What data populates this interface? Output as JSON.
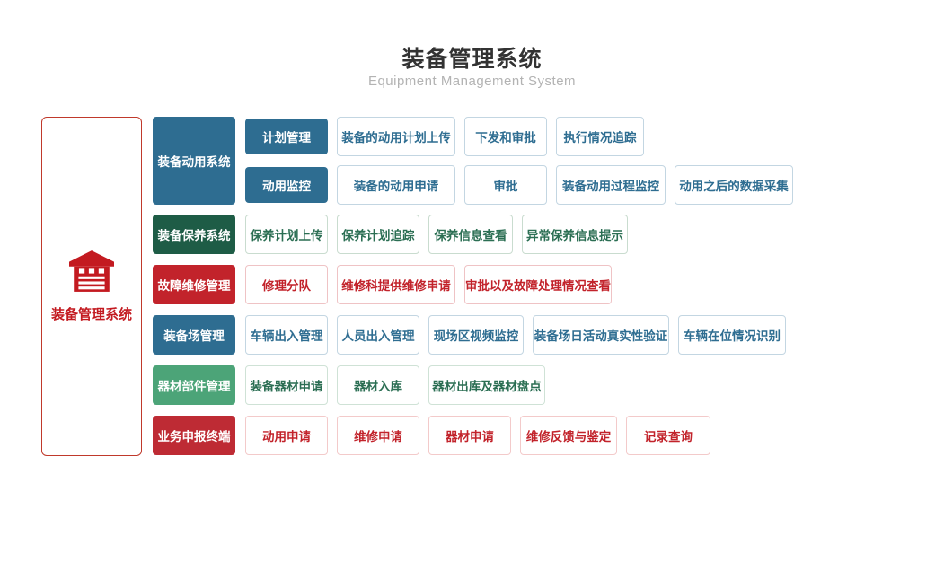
{
  "header": {
    "title": "装备管理系统",
    "subtitle": "Equipment Management System"
  },
  "root": {
    "label": "装备管理系统",
    "icon": "garage-icon"
  },
  "colors": {
    "blue": "#2e6d91",
    "dark_green": "#1e5c46",
    "red": "#c2232b",
    "green": "#4ca478",
    "dark_red": "#be2b34",
    "root_red": "#c31a20"
  },
  "groups": [
    {
      "label": "装备动用系统",
      "subs": [
        "计划管理",
        "动用监控"
      ],
      "rows": [
        [
          "装备的动用计划上传",
          "下发和审批",
          "执行情况追踪"
        ],
        [
          "装备的动用申请",
          "审批",
          "装备动用过程监控",
          "动用之后的数据采集"
        ]
      ]
    },
    {
      "label": "装备保养系统",
      "items": [
        "保养计划上传",
        "保养计划追踪",
        "保养信息查看",
        "异常保养信息提示"
      ]
    },
    {
      "label": "故障维修管理",
      "items": [
        "修理分队",
        "维修科提供维修申请",
        "审批以及故障处理情况查看"
      ]
    },
    {
      "label": "装备场管理",
      "items": [
        "车辆出入管理",
        "人员出入管理",
        "现场区视频监控",
        "装备场日活动真实性验证",
        "车辆在位情况识别"
      ]
    },
    {
      "label": "器材部件管理",
      "items": [
        "装备器材申请",
        "器材入库",
        "器材出库及器材盘点"
      ]
    },
    {
      "label": "业务申报终端",
      "items": [
        "动用申请",
        "维修申请",
        "器材申请",
        "维修反馈与鉴定",
        "记录查询"
      ]
    }
  ]
}
